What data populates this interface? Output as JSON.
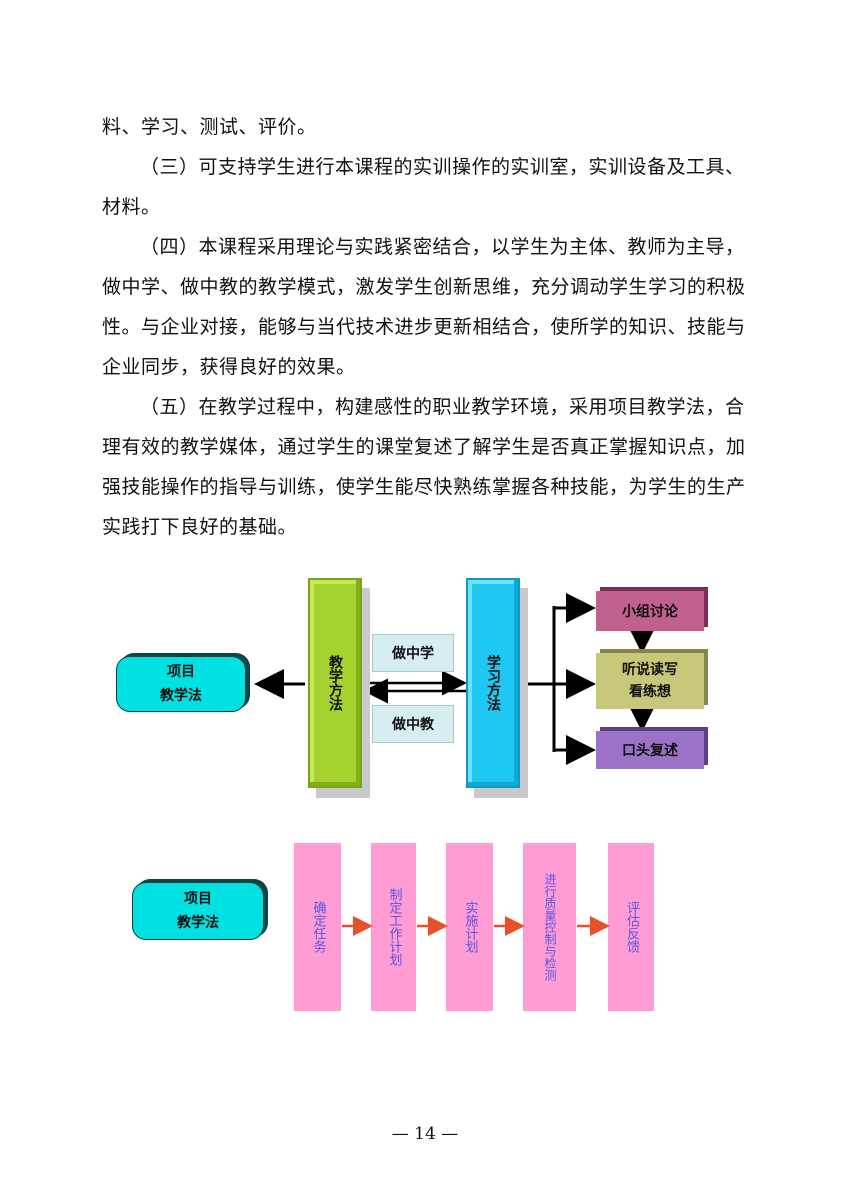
{
  "paragraphs": {
    "p0": "料、学习、测试、评价。",
    "p1": "（三）可支持学生进行本课程的实训操作的实训室，实训设备及工具、材料。",
    "p2": "（四）本课程采用理论与实践紧密结合，以学生为主体、教师为主导，做中学、做中教的教学模式，激发学生创新思维，充分调动学生学习的积极性。与企业对接，能够与当代技术进步更新相结合，使所学的知识、技能与企业同步，获得良好的效果。",
    "p3": "（五）在教学过程中，构建感性的职业教学环境，采用项目教学法，合理有效的教学媒体，通过学生的课堂复述了解学生是否真正掌握知识点，加强技能操作的指导与训练，使学生能尽快熟练掌握各种技能，为学生的生产实践打下良好的基础。"
  },
  "diagram1": {
    "pill_line1": "项目",
    "pill_line2": "教学法",
    "teaching_method": "教学方法",
    "learn_by_doing": "做中学",
    "teach_by_doing": "做中教",
    "learning_method": "学习方法",
    "group_discussion": "小组讨论",
    "listen_line1": "听说读写",
    "listen_line2": "看练想",
    "oral_retell": "口头复述",
    "colors": {
      "pill": "#00e2e2",
      "teaching_bar": "#a6d22f",
      "learning_bar": "#1fc8f2",
      "group": "#c0608e",
      "listen": "#c8c87a",
      "oral": "#9b72c8"
    }
  },
  "diagram2": {
    "pill_line1": "项目",
    "pill_line2": "教学法",
    "steps": [
      {
        "text": "确定任务"
      },
      {
        "text": "制定工作计划"
      },
      {
        "text": "实施计划"
      },
      {
        "text": "进行质量控制与检测"
      },
      {
        "text": "评估反馈"
      }
    ],
    "colors": {
      "step": "#ff9cd4",
      "step_text": "#5b55e0",
      "arrow": "#e8502a"
    }
  },
  "page_number": "— 14 —"
}
